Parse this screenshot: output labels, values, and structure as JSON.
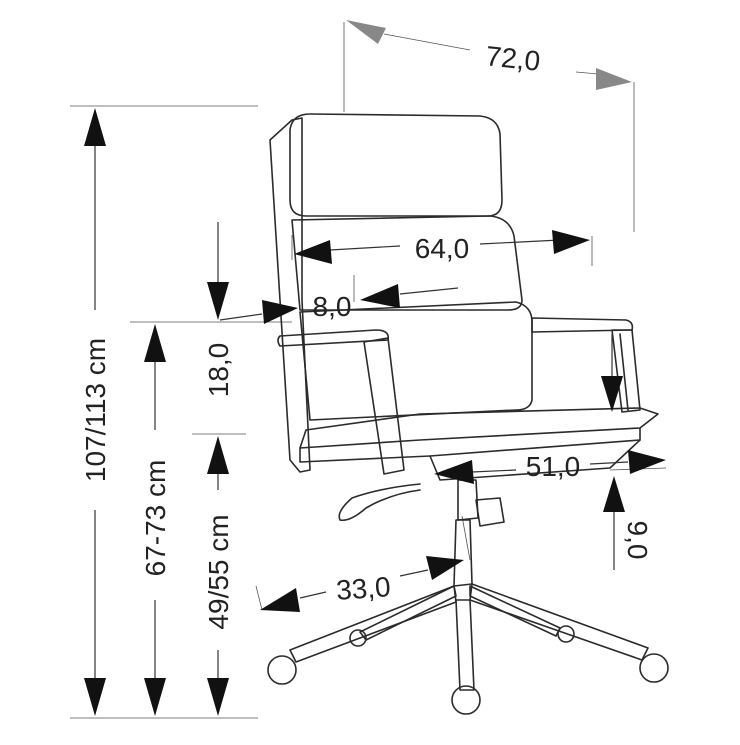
{
  "dimensions": {
    "depth_top": "72,0",
    "backrest_width": "64,0",
    "backrest_thickness": "8,0",
    "armrest_height": "18,0",
    "total_height": "107/113 cm",
    "arm_height": "67-73 cm",
    "seat_height": "49/55 cm",
    "seat_depth": "51,0",
    "seat_thickness": "9,0",
    "base_radius": "33,0"
  },
  "colors": {
    "line": "#333333",
    "arrow": "#111111",
    "arrow_gray": "#888888",
    "background": "#ffffff"
  }
}
